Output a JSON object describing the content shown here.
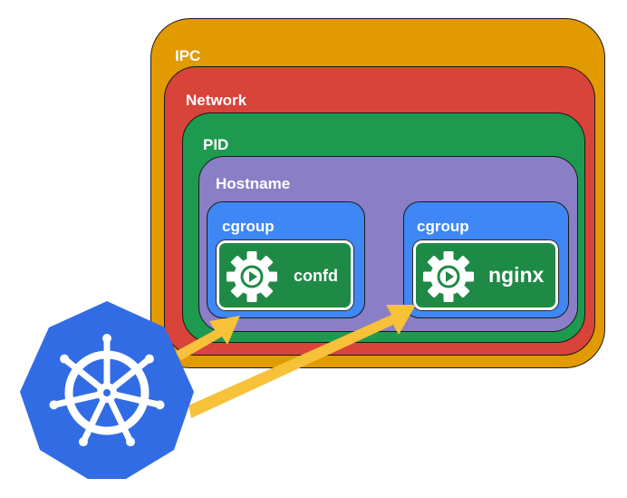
{
  "colors": {
    "ipc": "#E19A00",
    "network": "#D8433A",
    "pid": "#1E9A50",
    "hostname": "#8A7FC6",
    "cgroup": "#3F87F5",
    "container": "#1E8A46",
    "arrow": "#F7C13A",
    "kubernetes": "#326CE5"
  },
  "namespaces": {
    "ipc": "IPC",
    "network": "Network",
    "pid": "PID",
    "hostname": "Hostname"
  },
  "cgroups": [
    {
      "label": "cgroup",
      "container": "confd",
      "icon": "gear-play-icon"
    },
    {
      "label": "cgroup",
      "container": "nginx",
      "icon": "gear-play-icon"
    }
  ],
  "logo": {
    "icon": "kubernetes-helm-icon"
  }
}
